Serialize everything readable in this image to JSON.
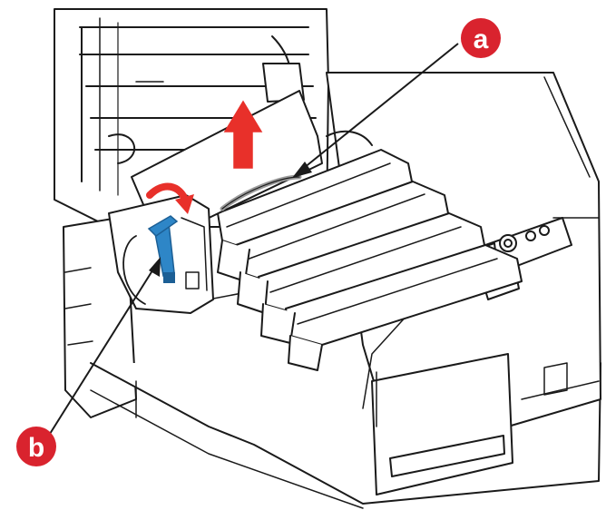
{
  "callouts": {
    "a": {
      "label": "a",
      "color": "#d9232e"
    },
    "b": {
      "label": "b",
      "color": "#d9232e"
    }
  },
  "colors": {
    "outline": "#1a1a1a",
    "paper": "#ffffff",
    "jam_arrow": "#e8302a",
    "lever": "#2e86c7",
    "lever_dark": "#1c5f95",
    "shade": "#d8d8d8"
  },
  "icons": {
    "up_arrow": "up-arrow-icon",
    "curved_arrow": "curved-arrow-icon",
    "pointer_a": "pointer-line-a",
    "pointer_b": "pointer-line-b"
  }
}
